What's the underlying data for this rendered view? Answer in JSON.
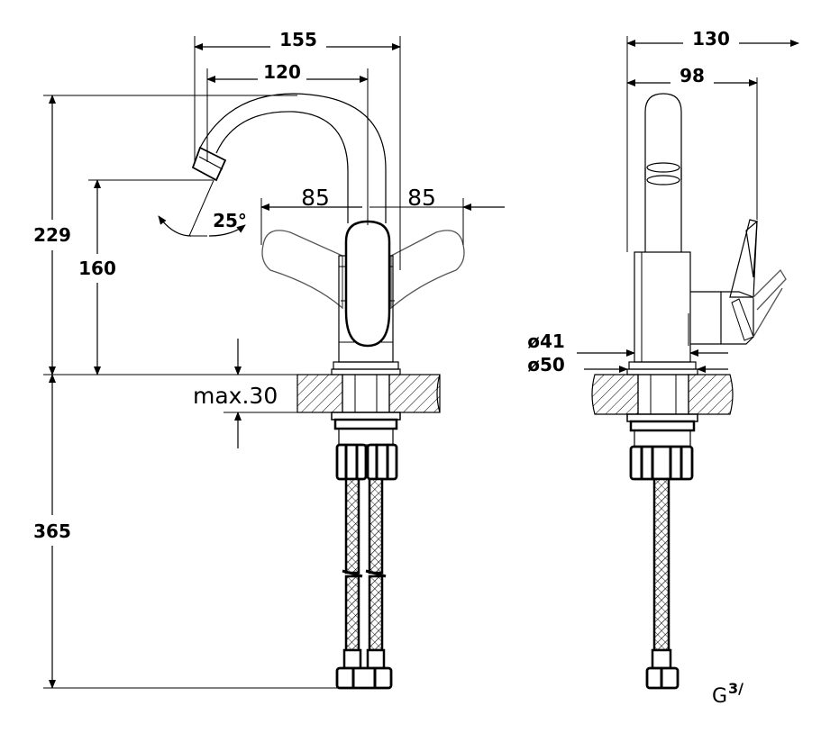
{
  "colors": {
    "line": "#000000",
    "background": "#ffffff"
  },
  "front_view": {
    "dim_width_spout": "155",
    "dim_width_reach": "120",
    "dim_total_height": "229",
    "dim_outlet_height": "160",
    "dim_handle_left": "85",
    "dim_handle_right": "85",
    "dim_angle": "25°",
    "dim_max_thickness": "max.30",
    "dim_hose_length": "365"
  },
  "side_view": {
    "dim_depth_overall": "130",
    "dim_depth_spout": "98",
    "dim_body_dia": "ø41",
    "dim_base_dia": "ø50",
    "connection": "G",
    "connection_fraction": "3/"
  }
}
